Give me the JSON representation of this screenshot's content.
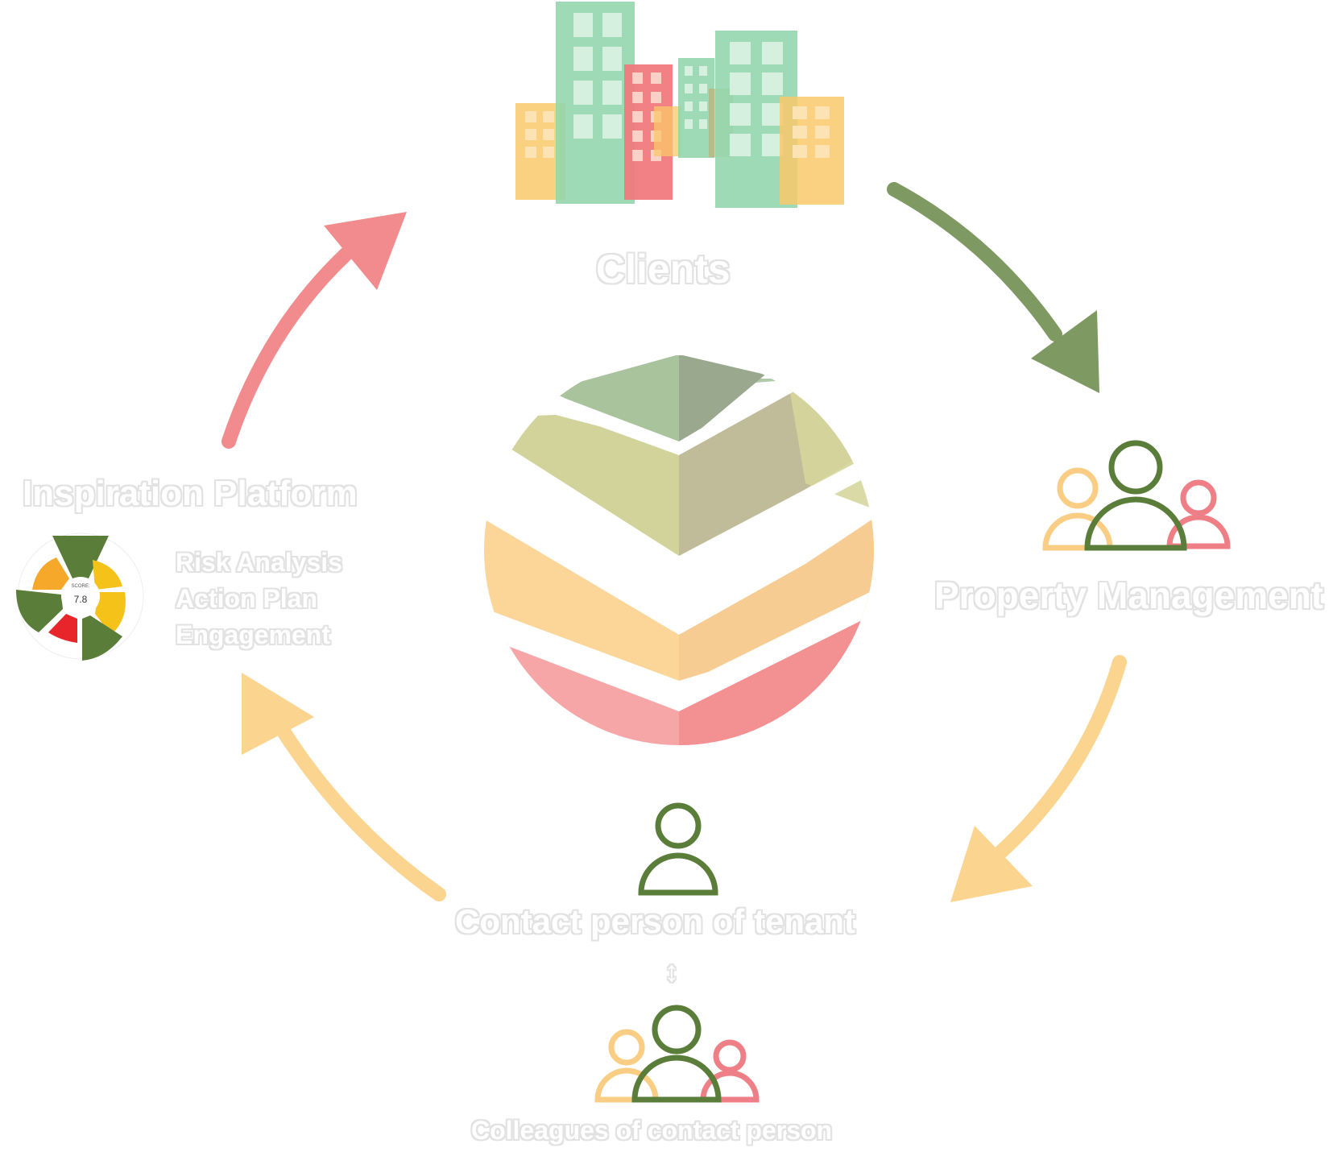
{
  "diagram": {
    "nodes": {
      "clients": {
        "label": "Clients"
      },
      "property_management": {
        "label": "Property Management"
      },
      "contact_person": {
        "label": "Contact person of tenant",
        "sub": "↕"
      },
      "colleagues": {
        "label": "Colleagues of contact person"
      },
      "platform": {
        "label": "Inspiration Platform",
        "features": [
          "Risk Analysis",
          "Action Plan",
          "Engagement"
        ],
        "score_label": "SCORE:",
        "score_value": "7.8"
      }
    },
    "cycle": [
      "clients",
      "property_management",
      "contact_person",
      "platform",
      "clients"
    ]
  },
  "colors": {
    "green": "#7e9a62",
    "dark_green": "#5a7d3a",
    "yellow": "#fbd48f",
    "orange": "#f5a82a",
    "red": "#f28b8e",
    "building_green": "#9fd9b3",
    "building_red": "#f07a7d"
  }
}
